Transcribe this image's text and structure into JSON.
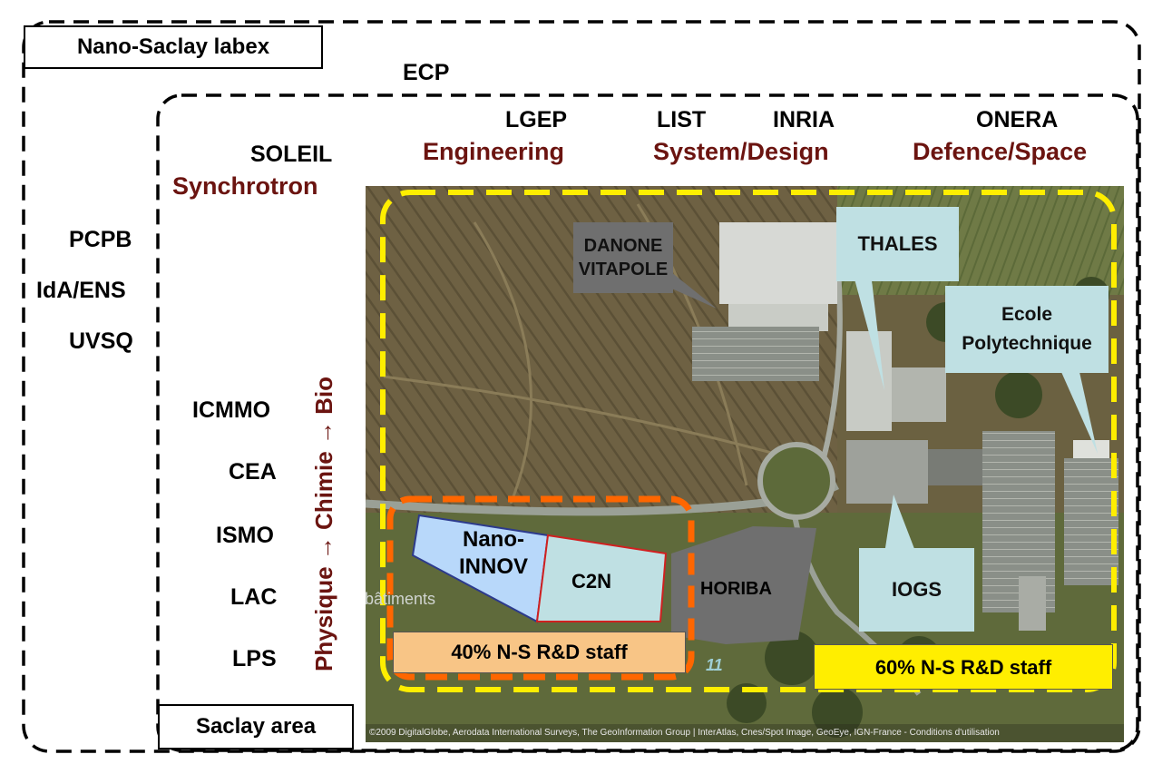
{
  "outer": {
    "label": "Nano-Saclay labex",
    "top_org": "ECP",
    "left_orgs": [
      "PCPB",
      "IdA/ENS",
      "UVSQ"
    ]
  },
  "inner": {
    "label": "Saclay area"
  },
  "columns": [
    {
      "orgs": [
        "SOLEIL"
      ],
      "domain": "Synchrotron"
    },
    {
      "orgs": [
        "LGEP"
      ],
      "domain": "Engineering"
    },
    {
      "orgs": [
        "LIST",
        "INRIA"
      ],
      "domain": "System/Design"
    },
    {
      "orgs": [
        "ONERA"
      ],
      "domain": "Defence/Space"
    }
  ],
  "labs": [
    "ICMMO",
    "CEA",
    "ISMO",
    "LAC",
    "LPS"
  ],
  "vertical_axis": {
    "text": "Physique → Chimie → Bio"
  },
  "map": {
    "places": {
      "danone": "DANONE VITAPOLE",
      "thales": "THALES",
      "polytechnique": "Ecole Polytechnique",
      "nano_innov": "Nano-INNOV",
      "c2n": "C2N",
      "horiba": "HORIBA",
      "iogs": "IOGS"
    },
    "overlay_text": "bâtiments",
    "road_number": "11",
    "credits": "©2009 DigitalGlobe, Aerodata International Surveys, The GeoInformation Group | InterAtlas, Cnes/Spot Image, GeoEye, IGN-France - Conditions d'utilisation",
    "colors": {
      "yellow": "#ffee00",
      "orange": "#ff6600",
      "callout": "#bfe0e3",
      "dark_red": "#6b1410"
    }
  },
  "staff": {
    "local": "40% N-S R&D staff",
    "wider": "60% N-S R&D staff"
  }
}
